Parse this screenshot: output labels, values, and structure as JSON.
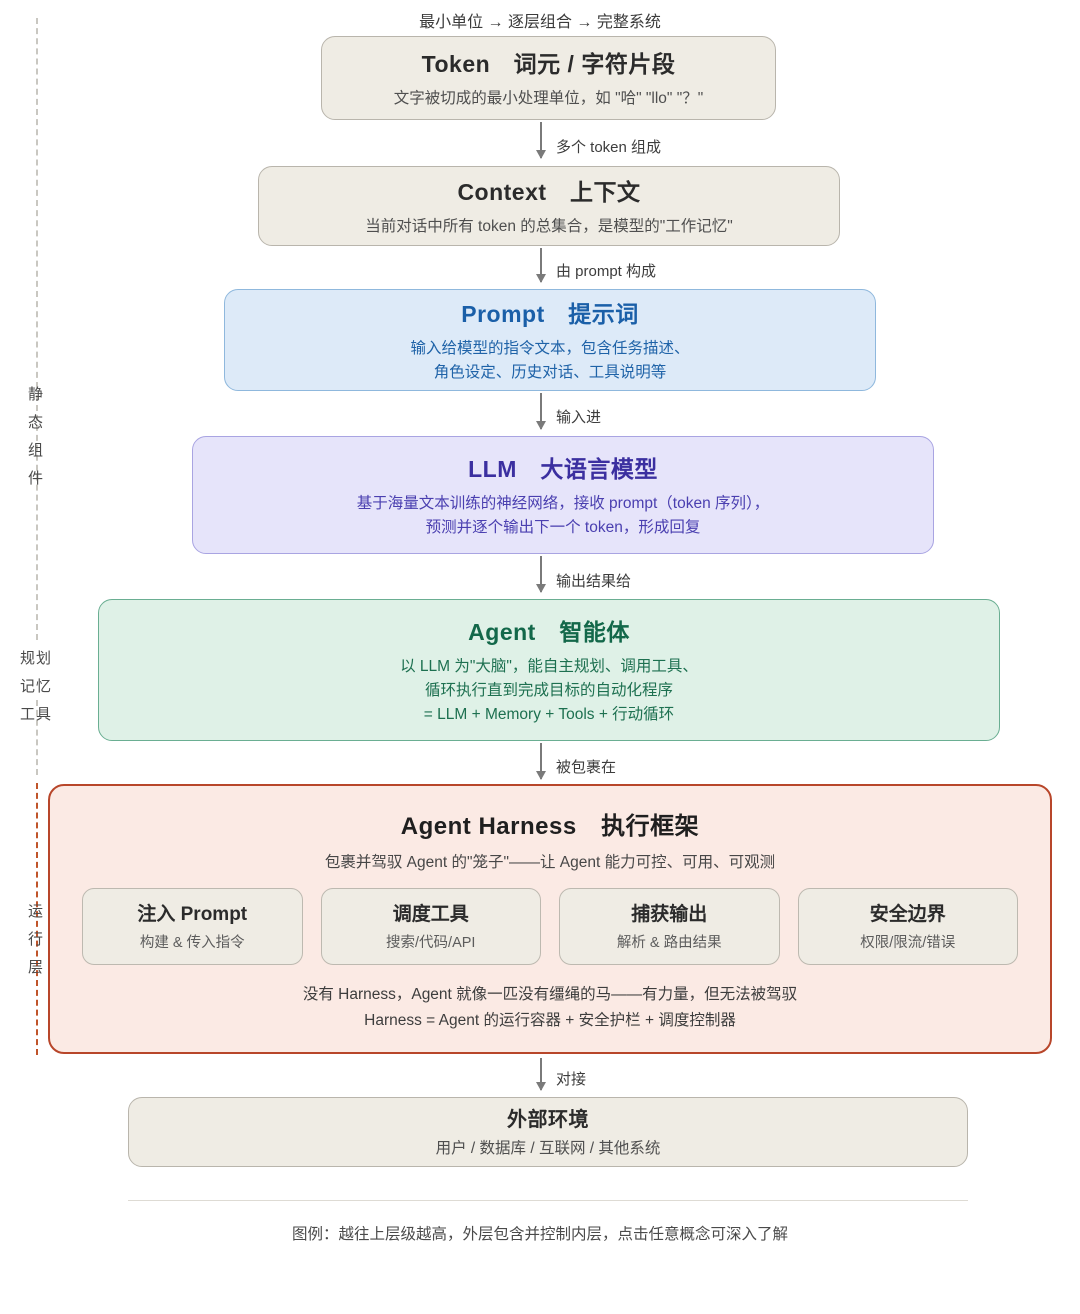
{
  "top_caption": "最小单位 → 逐层组合 → 完整系统",
  "rail": {
    "groups": [
      {
        "key": "static",
        "label": "静\n态\n组\n件",
        "color": "#c9c7c1"
      },
      {
        "key": "plan",
        "label": "规划\n记忆\n工具",
        "color": "#c9c7c1"
      },
      {
        "key": "runtime",
        "label": "运\n行\n层",
        "color": "#c0542a"
      }
    ]
  },
  "nodes": [
    {
      "key": "token",
      "title": "Token　词元 / 字符片段",
      "desc": "文字被切成的最小处理单位，如 \"哈\" \"llo\" \"？\"",
      "fill": "#efece4",
      "border": "#b9b5ac"
    },
    {
      "key": "context",
      "title": "Context　上下文",
      "desc": "当前对话中所有 token 的总集合，是模型的\"工作记忆\"",
      "fill": "#efece4",
      "border": "#b9b5ac"
    },
    {
      "key": "prompt",
      "title": "Prompt　提示词",
      "desc": "输入给模型的指令文本，包含任务描述、\n角色设定、历史对话、工具说明等",
      "fill": "#ddeaf8",
      "border": "#8fb8dd"
    },
    {
      "key": "llm",
      "title": "LLM　大语言模型",
      "desc": "基于海量文本训练的神经网络，接收 prompt（token 序列），\n预测并逐个输出下一个 token，形成回复",
      "fill": "#e6e4fa",
      "border": "#a9a4e2"
    },
    {
      "key": "agent",
      "title": "Agent　智能体",
      "desc": "以 LLM 为\"大脑\"，能自主规划、调用工具、\n循环执行直到完成目标的自动化程序\n= LLM + Memory + Tools + 行动循环",
      "fill": "#dff1e7",
      "border": "#6aae92"
    },
    {
      "key": "env",
      "title": "外部环境",
      "desc": "用户 / 数据库 / 互联网 / 其他系统",
      "fill": "#efece4",
      "border": "#b9b5ac"
    }
  ],
  "arrows": [
    {
      "key": "a1",
      "label": "多个 token 组成"
    },
    {
      "key": "a2",
      "label": "由 prompt 构成"
    },
    {
      "key": "a3",
      "label": "输入进"
    },
    {
      "key": "a4",
      "label": "输出结果给"
    },
    {
      "key": "a5",
      "label": "被包裹在"
    },
    {
      "key": "a6",
      "label": "对接"
    }
  ],
  "harness": {
    "title": "Agent Harness　执行框架",
    "subtitle": "包裹并驾驭 Agent 的\"笼子\"——让 Agent 能力可控、可用、可观测",
    "border_color": "#b8462a",
    "fill": "#fbeae4",
    "cards": [
      {
        "title": "注入 Prompt",
        "sub": "构建 & 传入指令"
      },
      {
        "title": "调度工具",
        "sub": "搜索/代码/API"
      },
      {
        "title": "捕获输出",
        "sub": "解析 & 路由结果"
      },
      {
        "title": "安全边界",
        "sub": "权限/限流/错误"
      }
    ],
    "footer": "没有 Harness，Agent 就像一匹没有缰绳的马——有力量，但无法被驾驭\nHarness = Agent 的运行容器 + 安全护栏 + 调度控制器"
  },
  "legend": {
    "text": "图例：越往上层级越高，外层包含并控制内层，点击任意概念可深入了解"
  }
}
